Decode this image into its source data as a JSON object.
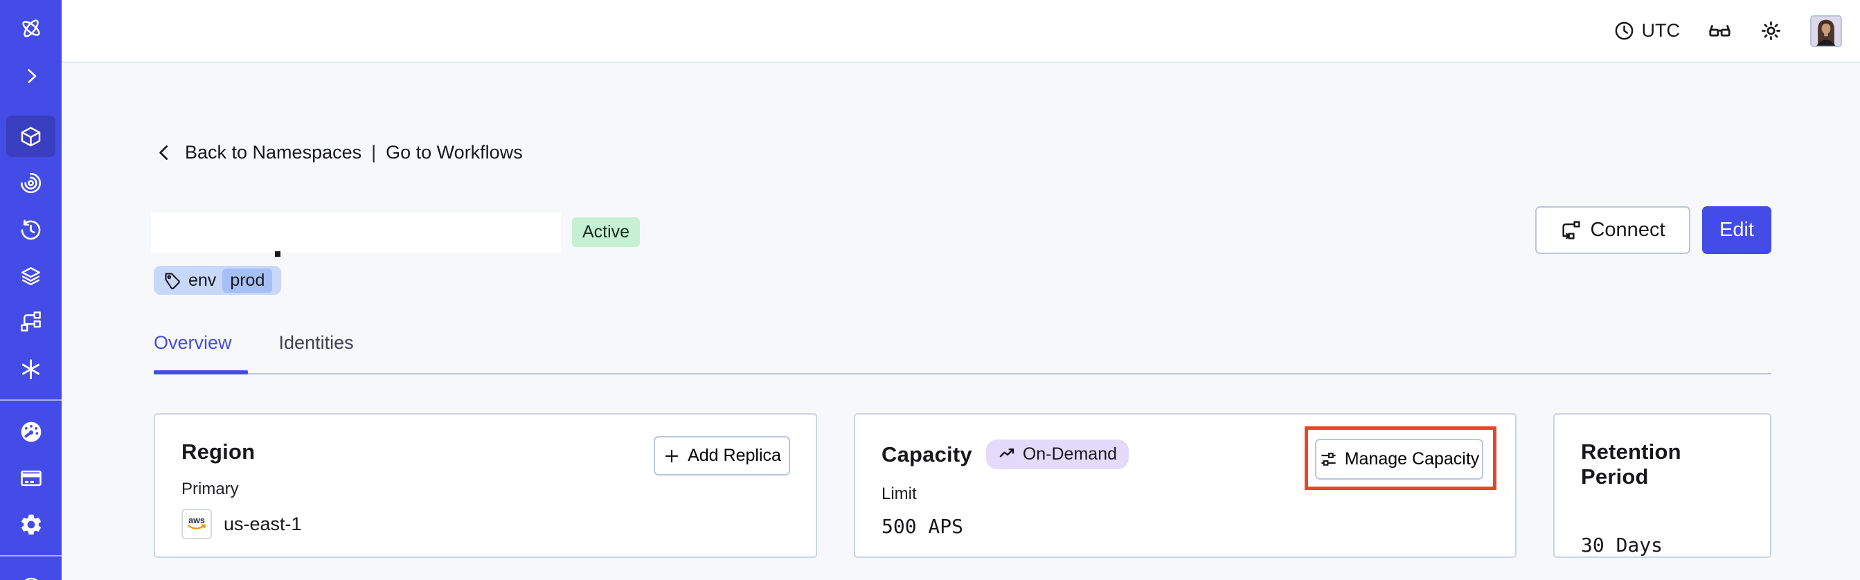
{
  "colors": {
    "sidebar": "#444ce7",
    "sidebar_active_tile": "#3a3ec0",
    "accent_indigo": "#444ce7",
    "page_background": "#f7f8fa",
    "card_border": "#cbd4e6",
    "status_active_bg": "#c6f0d3",
    "tag_bg": "#c7d8fb",
    "tag_chip_bg": "#a6bff6",
    "on_demand_bg": "#e4dafb",
    "annotation_red": "#e5472b"
  },
  "sidebar": {
    "icons": [
      "temporal-logo",
      "expand-chevron",
      "namespaces-cube",
      "workflows-spiral",
      "schedules-clock",
      "batch-layers",
      "deployments-branch",
      "nexus-asterisk",
      "usage-gauge",
      "billing-credit-card",
      "settings-gear",
      "support-circle"
    ]
  },
  "topbar": {
    "timezone_label": "UTC",
    "icons": [
      "clock-icon",
      "glasses-icon",
      "sun-icon",
      "avatar"
    ]
  },
  "breadcrumb": {
    "back_label": "Back to Namespaces",
    "separator": "|",
    "workflows_label": "Go to Workflows"
  },
  "namespace": {
    "title_visible": "",
    "status_label": "Active",
    "tag": {
      "key": "env",
      "value": "prod"
    }
  },
  "actions": {
    "connect_label": "Connect",
    "edit_label": "Edit"
  },
  "tabs": [
    {
      "label": "Overview",
      "active": true
    },
    {
      "label": "Identities",
      "active": false
    }
  ],
  "cards": {
    "region": {
      "title": "Region",
      "add_replica_label": "Add Replica",
      "primary_label": "Primary",
      "provider": "aws",
      "region_value": "us-east-1"
    },
    "capacity": {
      "title": "Capacity",
      "badge_label": "On-Demand",
      "manage_label": "Manage Capacity",
      "limit_label": "Limit",
      "limit_value": "500 APS"
    },
    "retention": {
      "title": "Retention Period",
      "value": "30 Days"
    }
  },
  "annotation": {
    "highlighted_control": "Manage Capacity",
    "color": "#e5472b"
  }
}
